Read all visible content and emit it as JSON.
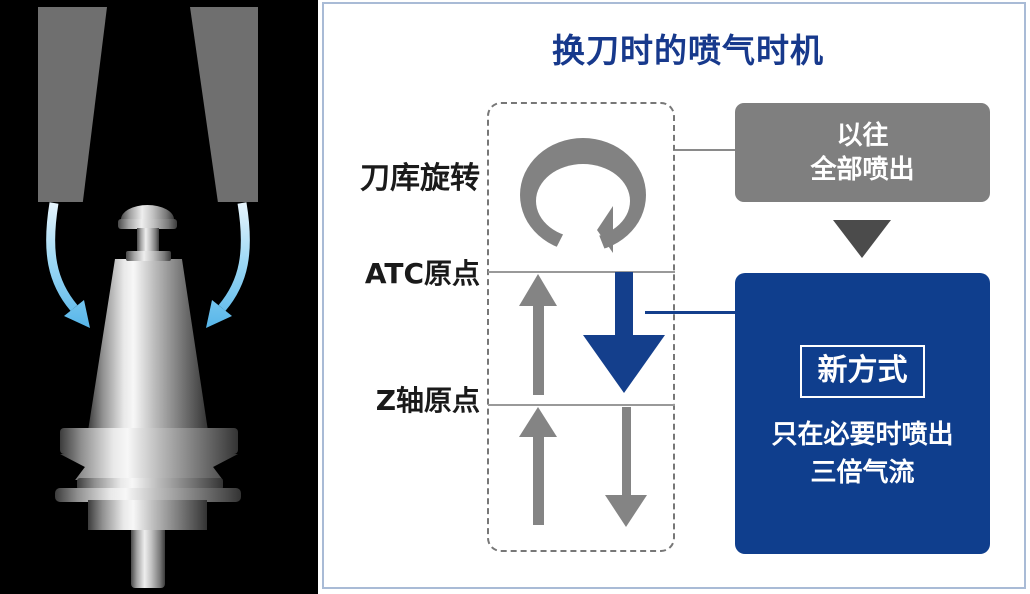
{
  "colors": {
    "accent_navy": "#143F8C",
    "title_blue": "#17398C",
    "legacy_gray": "#7F7F7F",
    "arrow_gray": "#848484",
    "dark_arrow_gray": "#4B4B4B",
    "airblow_blue": "#4FB2E8",
    "panel_border": "#A9BBD6",
    "left_panel_bg": "#000000"
  },
  "left_panel": {
    "claws_icon": "spindle-claws",
    "airflow_icon": "air-blow-down-arrows",
    "tool_icon": "bt-tool-holder"
  },
  "diagram": {
    "title": "换刀时的喷气时机",
    "labels": {
      "magazine": "刀库旋转",
      "atc_origin": "ATC原点",
      "z_origin": "Z轴原点"
    },
    "rotation_icon": "magazine-rotation-arrow",
    "legacy_box": {
      "line1": "以往",
      "line2": "全部喷出"
    },
    "new_box": {
      "badge": "新方式",
      "line1": "只在必要时喷出",
      "line2": "三倍气流"
    }
  }
}
